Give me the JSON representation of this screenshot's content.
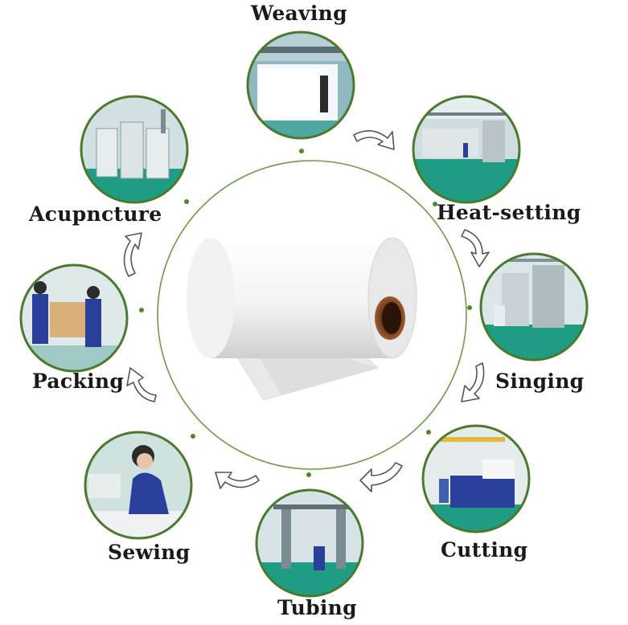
{
  "process": {
    "center_item": "fabric-roll",
    "stages": [
      {
        "label": "Weaving",
        "photo": "weaving-loom-photo"
      },
      {
        "label": "Heat-setting",
        "photo": "heat-setting-workshop-photo"
      },
      {
        "label": "Singing",
        "photo": "singing-machine-photo"
      },
      {
        "label": "Cutting",
        "photo": "cutting-machine-photo"
      },
      {
        "label": "Tubing",
        "photo": "tubing-machine-photo"
      },
      {
        "label": "Sewing",
        "photo": "sewing-worker-photo"
      },
      {
        "label": "Packing",
        "photo": "packing-workers-photo"
      },
      {
        "label": "Acupncture",
        "photo": "acupuncture-machine-photo"
      }
    ]
  },
  "colors": {
    "ring": "#5b8a3a",
    "photo_border": "#4a7a2c",
    "factory_floor": "#1f9c84",
    "worker_uniform": "#2a3f9a",
    "arrow_stroke": "#555555"
  }
}
